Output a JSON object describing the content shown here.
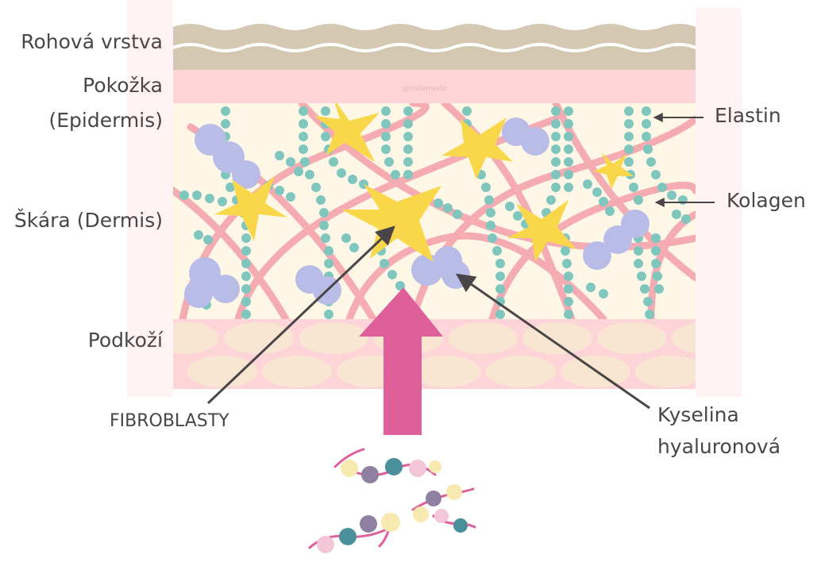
{
  "layers": {
    "stratum_corneum": "Rohová vrstva",
    "epidermis_line1": "Pokožka",
    "epidermis_line2": "(Epidermis)",
    "dermis": "Škára (Dermis)",
    "hypodermis": "Podkoží"
  },
  "components": {
    "elastin": "Elastin",
    "collagen": "Kolagen",
    "fibroblasts": "FIBROBLASTY",
    "hyaluronic_line1": "Kyselina",
    "hyaluronic_line2": "hyaluronová"
  },
  "watermark": "@collamedic",
  "colors": {
    "stratum": "#d4c8b2",
    "epidermis": "#fdd4d7",
    "dermis": "#fff7e6",
    "fat": "#f9e6d2",
    "collagen": "#f4a3ad",
    "elastin": "#7fc6bf",
    "hyaluronic": "#b9bce6",
    "fibroblast": "#f9d74a",
    "arrow": "#de5f9a",
    "pointer": "#4a4548"
  },
  "icons": [
    "fibroblast-star-icon",
    "hyaluronic-cluster-icon",
    "peptide-chain-icon",
    "pointer-arrow-icon",
    "up-arrow-icon"
  ]
}
